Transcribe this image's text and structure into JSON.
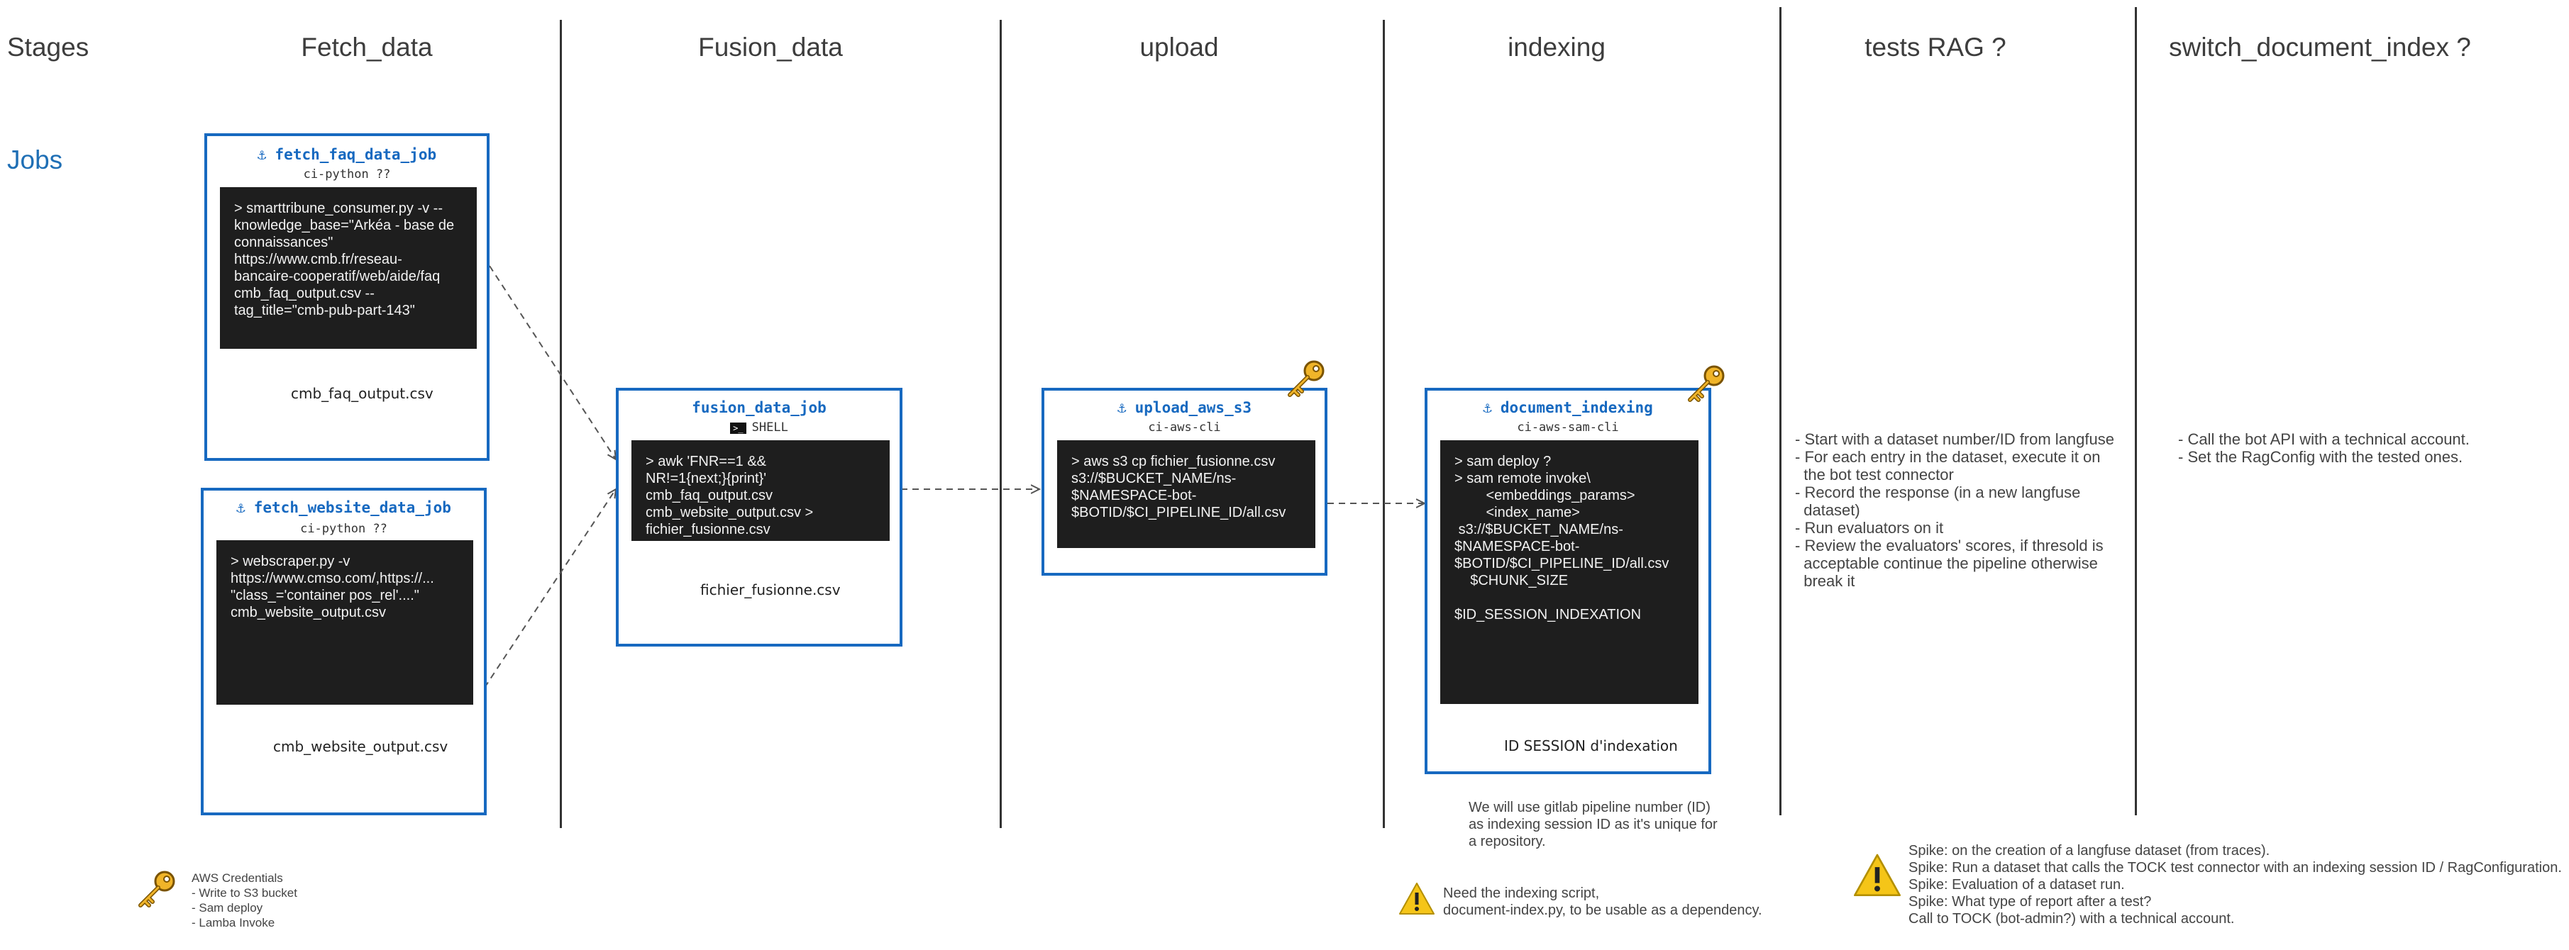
{
  "stages": {
    "label": "Stages",
    "fetch": "Fetch_data",
    "fusion": "Fusion_data",
    "upload": "upload",
    "indexing": "indexing",
    "tests": "tests  RAG ?",
    "switch": "switch_document_index ?"
  },
  "jobs_label": "Jobs",
  "jobs": {
    "fetch_faq": {
      "title": "fetch_faq_data_job",
      "image": "ci-python ??",
      "script": "> smarttribune_consumer.py -v --\nknowledge_base=\"Arkéa - base de\nconnaissances\"\nhttps://www.cmb.fr/reseau-\nbancaire-cooperatif/web/aide/faq\ncmb_faq_output.csv --\ntag_title=\"cmb-pub-part-143\"",
      "output": "cmb_faq_output.csv"
    },
    "fetch_website": {
      "title": "fetch_website_data_job",
      "image": "ci-python ??",
      "script": "> webscraper.py -v\nhttps://www.cmso.com/,https://...\n\"class_='container pos_rel'....\"\ncmb_website_output.csv",
      "output": "cmb_website_output.csv"
    },
    "fusion": {
      "title": "fusion_data_job",
      "image": "SHELL",
      "script": "> awk 'FNR==1 &&\nNR!=1{next;}{print}'\ncmb_faq_output.csv\ncmb_website_output.csv >\nfichier_fusionne.csv",
      "output": "fichier_fusionne.csv"
    },
    "upload": {
      "title": "upload_aws_s3",
      "image": "ci-aws-cli",
      "script": "> aws s3 cp fichier_fusionne.csv\ns3://$BUCKET_NAME/ns-\n$NAMESPACE-bot-\n$BOTID/$CI_PIPELINE_ID/all.csv"
    },
    "indexing": {
      "title": "document_indexing",
      "image": "ci-aws-sam-cli",
      "script": "> sam deploy ?\n> sam remote invoke\\\n        <embeddings_params>\n        <index_name>\n s3://$BUCKET_NAME/ns-\n$NAMESPACE-bot-\n$BOTID/$CI_PIPELINE_ID/all.csv\n    $CHUNK_SIZE\n\n$ID_SESSION_INDEXATION",
      "output": "ID SESSION d'indexation"
    }
  },
  "notes": {
    "tests": "- Start with a dataset number/ID from langfuse\n- For each entry in the dataset, execute it on\n  the bot test connector\n- Record the response (in a new langfuse\n  dataset)\n- Run evaluators on it\n- Review the evaluators' scores, if thresold is\n  acceptable continue the pipeline otherwise\n  break it",
    "switch": "- Call the bot API with a technical account.\n- Set the RagConfig with the tested ones.",
    "session_id": "We will use gitlab pipeline number (ID)\nas indexing session ID as it's unique for\na repository.",
    "indexing_warning": "Need the indexing script,\ndocument-index.py, to be usable as a dependency.",
    "spike_warning": "Spike: on the creation of a langfuse dataset (from traces).\nSpike: Run a dataset that calls the TOCK test connector with an indexing session ID / RagConfiguration.\nSpike: Evaluation of a dataset run.\nSpike: What type of report after a test?\nCall to TOCK (bot-admin?) with a technical account."
  },
  "legend": {
    "credentials": "AWS Credentials\n- Write to S3 bucket\n- Sam deploy\n- Lamba Invoke"
  },
  "colors": {
    "job_border": "#1769c0",
    "terminal_bg": "#1e1e1e",
    "key": "#f0b429",
    "warning": "#f5c518"
  },
  "icons": [
    "docker-icon",
    "terminal-icon",
    "key-icon",
    "warning-icon"
  ]
}
